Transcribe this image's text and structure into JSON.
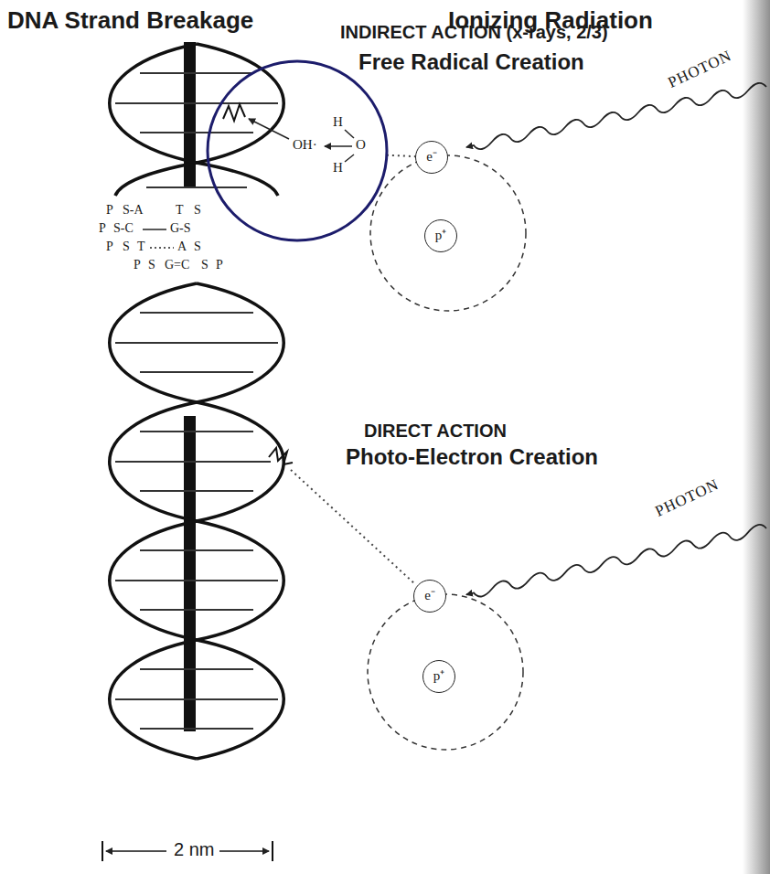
{
  "diagram": {
    "nodes": [
      {
        "text": [
          "OH·",
          "H",
          "O",
          "H"
        ]
      },
      {
        "text": [
          "e⁻"
        ]
      },
      {
        "text": [
          "p⁺"
        ]
      },
      {
        "text": [
          "e⁻"
        ]
      },
      {
        "text": [
          "p⁺"
        ]
      }
    ],
    "edges": [
      {
        "from": 0,
        "to": 1,
        "arrow": "none"
      }
    ],
    "labels": [
      "DNA Strand Breakage",
      "Ionizing Radiation",
      "INDIRECT ACTION (x-rays, 2/3)",
      "Free Radical Creation",
      "PHOTON",
      "DIRECT ACTION",
      "Photo-Electron Creation",
      "PHOTON",
      "2 nm",
      "P",
      "S-A",
      "T",
      "S",
      "P",
      "S-C",
      "G-S",
      "P",
      "S",
      "T",
      "A",
      "S",
      "P",
      "S",
      "G=C",
      "S",
      "P"
    ]
  }
}
